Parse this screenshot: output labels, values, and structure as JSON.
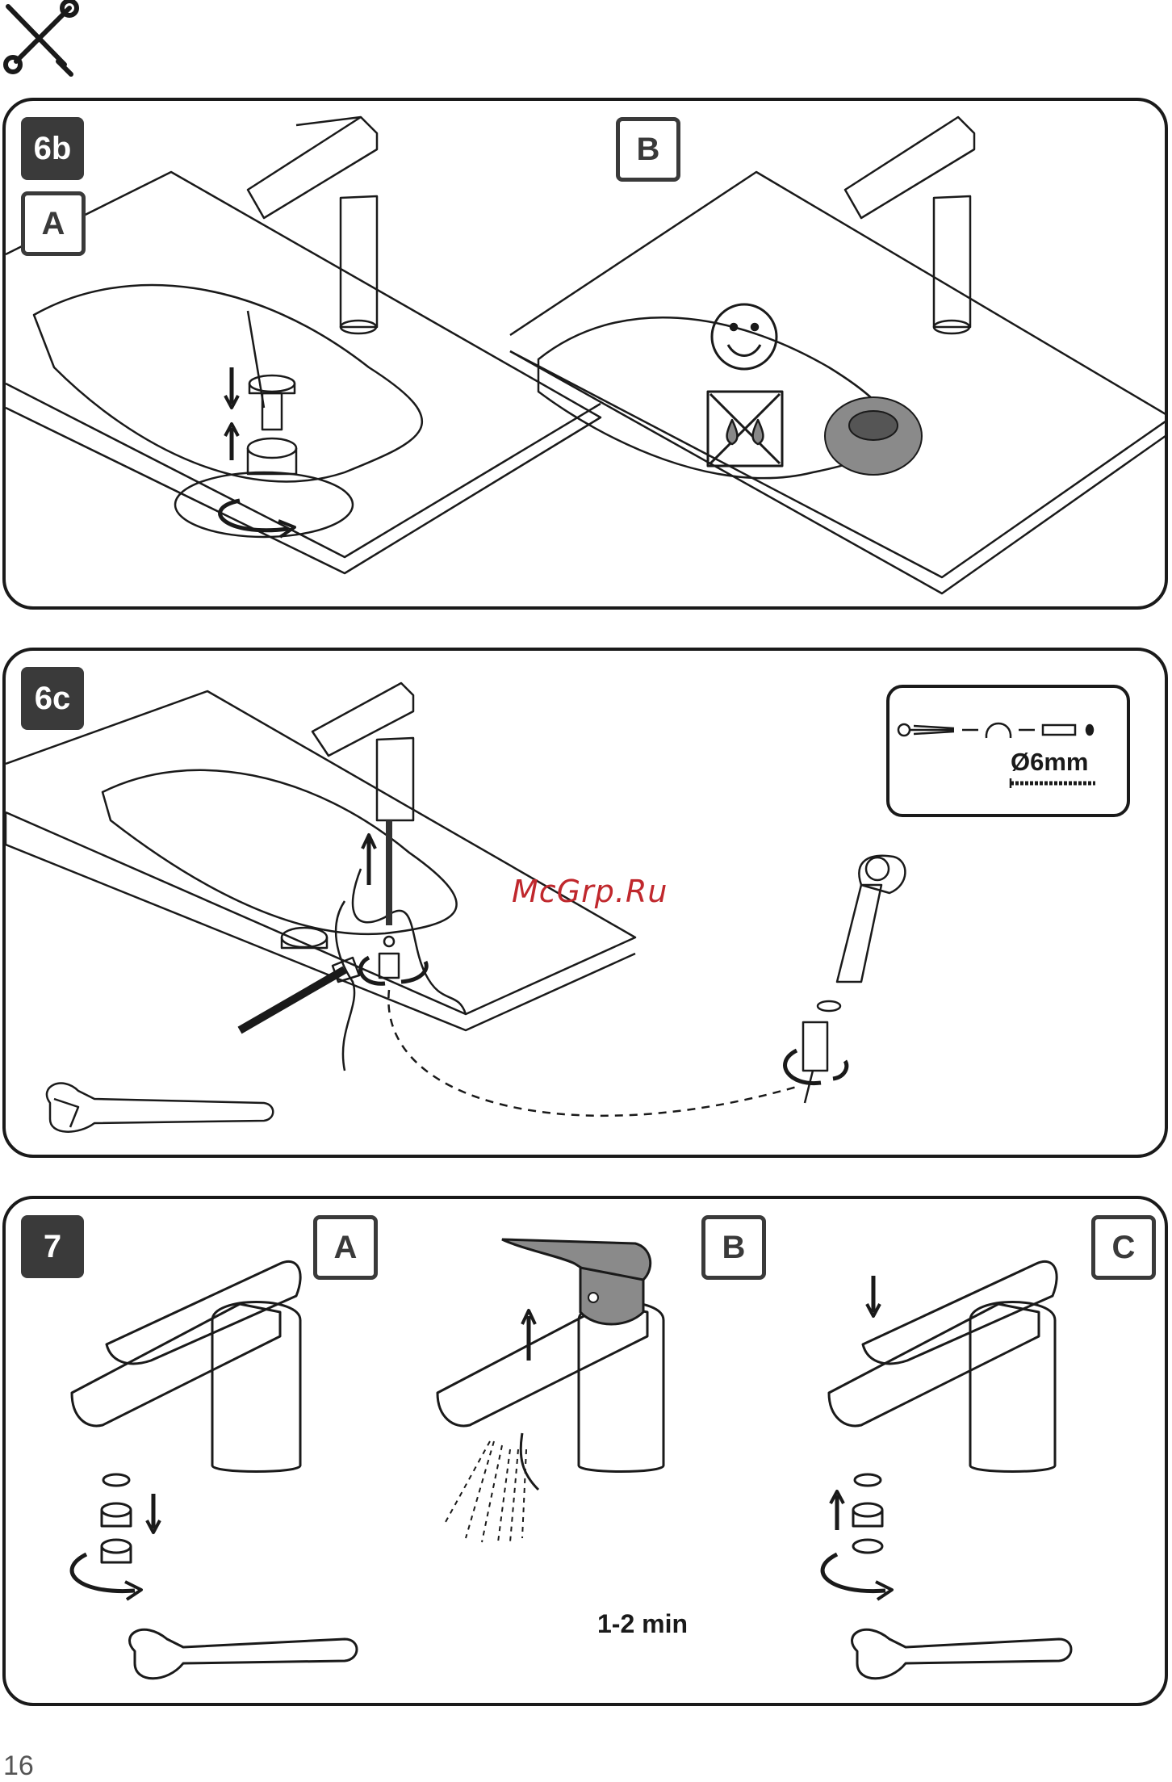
{
  "section_6b": {
    "step": "6b",
    "option_a": "A",
    "option_b": "B"
  },
  "section_6c": {
    "step": "6c",
    "drill_size": "Ø6mm"
  },
  "section_7": {
    "step": "7",
    "option_a": "A",
    "option_b": "B",
    "option_c": "C",
    "flush_time": "1-2 min"
  },
  "watermark": "McGrp.Ru",
  "page_number": "16",
  "colors": {
    "line": "#1a1a1a",
    "step_badge": "#3a3a3a",
    "highlight_gray": "#8a8a8a",
    "watermark": "#c0282d"
  }
}
